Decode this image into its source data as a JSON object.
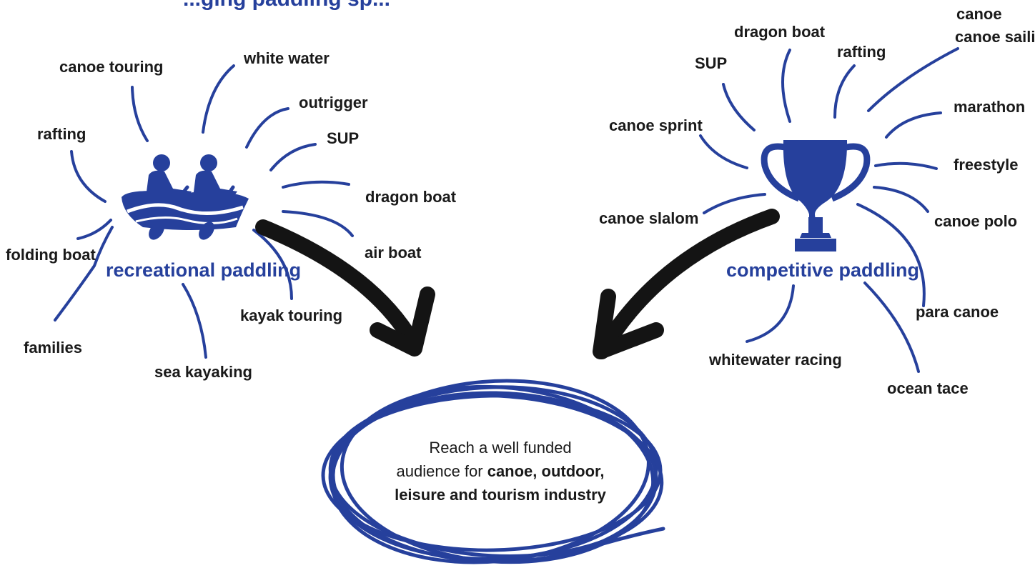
{
  "title": "...ging  paddling  sp...",
  "colors": {
    "blue": "#26409c",
    "black": "#141414"
  },
  "recreational": {
    "label": "recreational paddling",
    "icon": "raft-with-two-paddlers-icon",
    "items": [
      "canoe touring",
      "white water",
      "outrigger",
      "rafting",
      "SUP",
      "dragon boat",
      "air boat",
      "folding boat",
      "families",
      "sea kayaking",
      "kayak touring"
    ]
  },
  "competitive": {
    "label": "competitive paddling",
    "icon": "trophy-icon",
    "items": [
      "canoe sailing",
      "dragon boat",
      "SUP",
      "rafting",
      "marathon",
      "canoe sprint",
      "freestyle",
      "canoe slalom",
      "canoe polo",
      "para canoe",
      "whitewater racing",
      "ocean tace"
    ]
  },
  "target": {
    "line1": "Reach a well funded",
    "line2_plain": "audience for ",
    "line2_bold": "canoe, outdoor,",
    "line3_bold": "leisure and tourism industry"
  }
}
